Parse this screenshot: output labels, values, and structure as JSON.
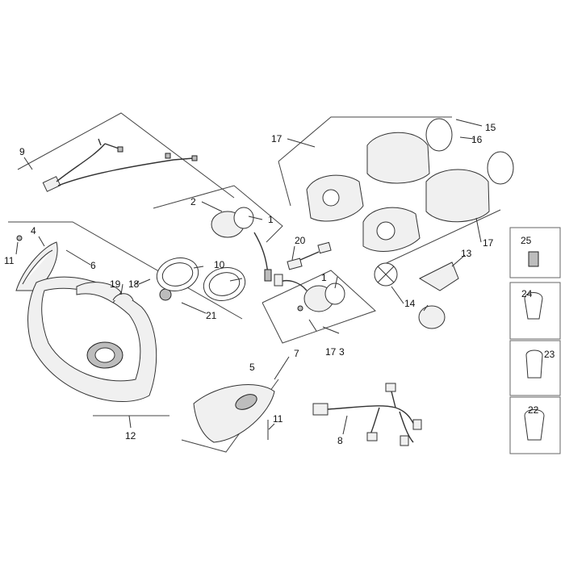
{
  "diagram": {
    "callouts": {
      "c1a": "1",
      "c1b": "1",
      "c2": "2",
      "c3": "3",
      "c4": "4",
      "c5": "5",
      "c6": "6",
      "c7": "7",
      "c8": "8",
      "c9": "9",
      "c10": "10",
      "c11a": "11",
      "c11b": "11",
      "c12": "12",
      "c13": "13",
      "c14": "14",
      "c15": "15",
      "c16": "16",
      "c17a": "17",
      "c17b": "17",
      "c17c": "17",
      "c18": "18",
      "c19": "19",
      "c20": "20",
      "c21": "21",
      "c22": "22",
      "c23": "23",
      "c24": "24",
      "c25": "25"
    }
  }
}
